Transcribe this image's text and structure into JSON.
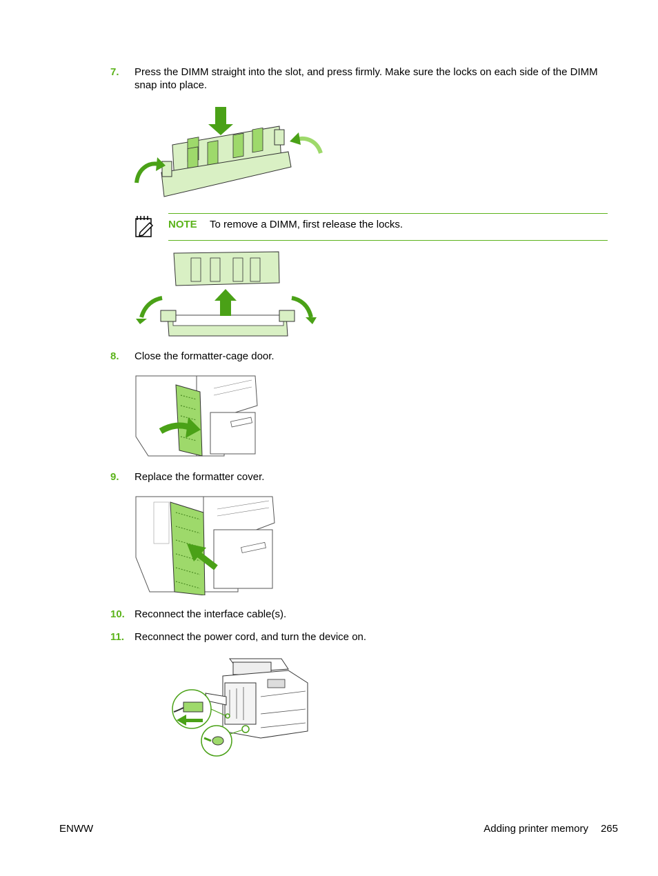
{
  "steps": [
    {
      "num": "7.",
      "text": "Press the DIMM straight into the slot, and press firmly. Make sure the locks on each side of the DIMM snap into place."
    },
    {
      "num": "8.",
      "text": "Close the formatter-cage door."
    },
    {
      "num": "9.",
      "text": "Replace the formatter cover."
    },
    {
      "num": "10.",
      "text": "Reconnect the interface cable(s)."
    },
    {
      "num": "11.",
      "text": "Reconnect the power cord, and turn the device on."
    }
  ],
  "note": {
    "label": "NOTE",
    "text": "To remove a DIMM, first release the locks."
  },
  "footer": {
    "left": "ENWW",
    "section": "Adding printer memory",
    "page": "265"
  },
  "colors": {
    "accent": "#5bb31a",
    "light_green": "#d9f0c4",
    "mid_green": "#9ed96b",
    "dark_green": "#4aa117"
  },
  "icons": {
    "note": "note-pad-icon"
  }
}
